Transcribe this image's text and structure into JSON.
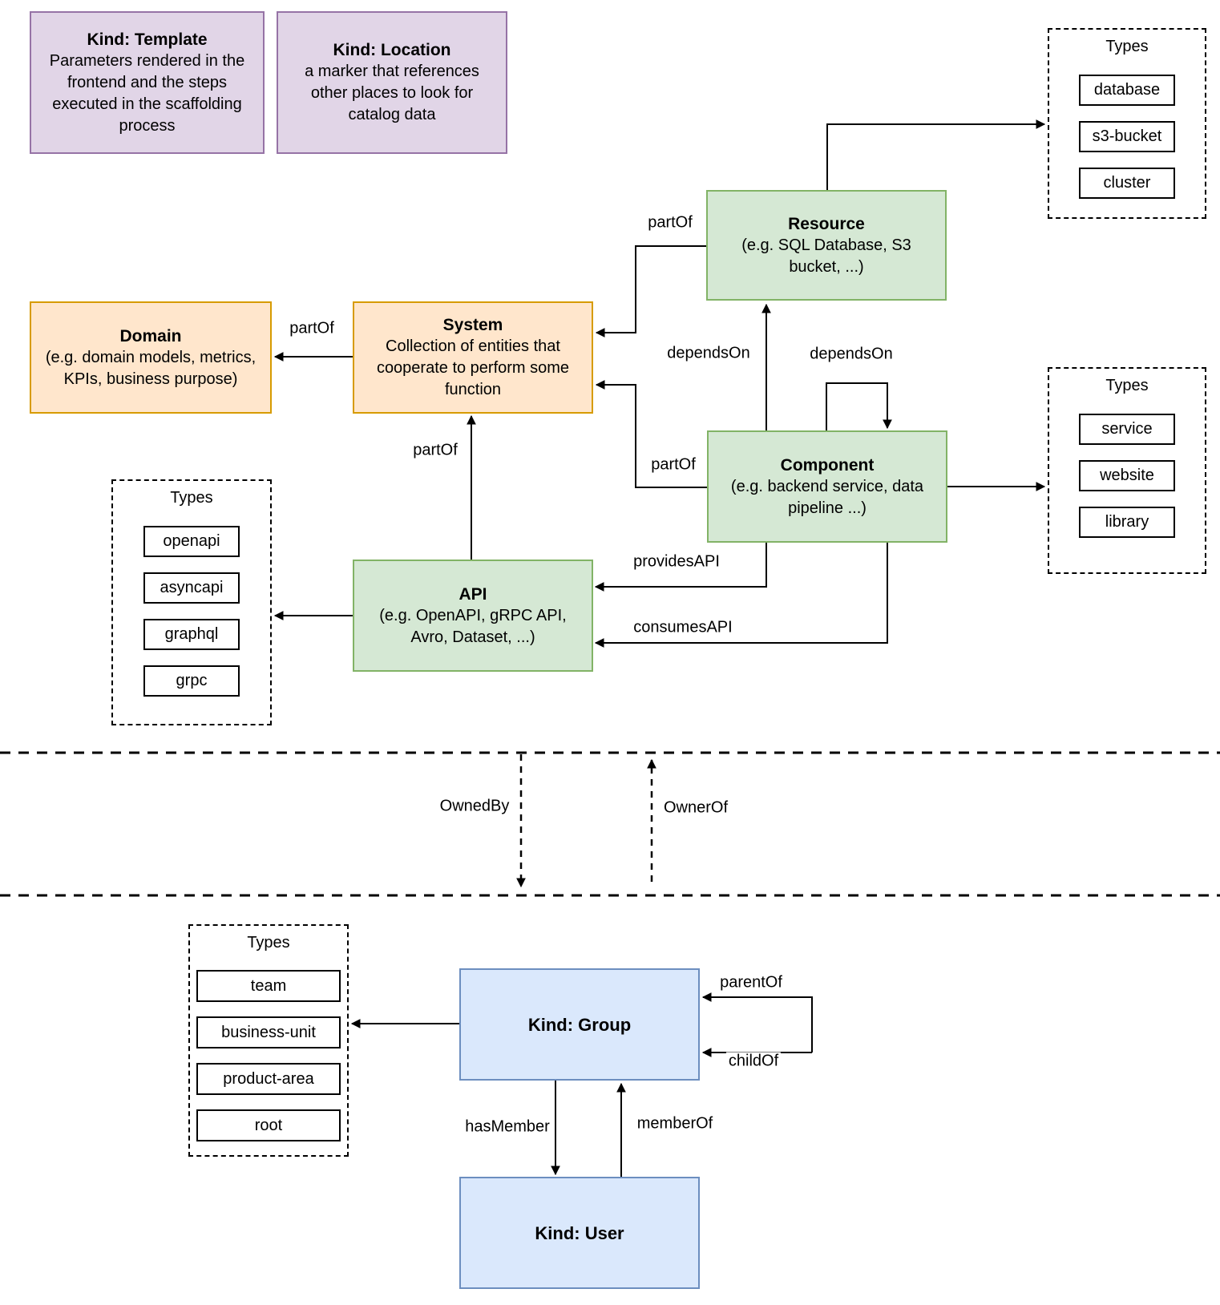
{
  "nodes": {
    "kind_template": {
      "title": "Kind: Template",
      "desc": "Parameters rendered in the frontend and the steps executed in  the scaffolding process"
    },
    "kind_location": {
      "title": "Kind: Location",
      "desc": "a marker that references other places to look for catalog data"
    },
    "resource": {
      "title": "Resource",
      "desc": "(e.g. SQL Database, S3 bucket, ...)"
    },
    "domain": {
      "title": "Domain",
      "desc": "(e.g.  domain models, metrics, KPIs, business purpose)"
    },
    "system": {
      "title": "System",
      "desc": "Collection of entities that cooperate to perform some function"
    },
    "component": {
      "title": "Component",
      "desc": "(e.g. backend service, data pipeline ...)"
    },
    "api": {
      "title": "API",
      "desc": "(e.g. OpenAPI, gRPC API, Avro, Dataset, ...)"
    },
    "group": {
      "title": "Kind: Group"
    },
    "user": {
      "title": "Kind: User"
    }
  },
  "type_boxes": {
    "resource_types": {
      "title": "Types",
      "items": [
        "database",
        "s3-bucket",
        "cluster"
      ]
    },
    "component_types": {
      "title": "Types",
      "items": [
        "service",
        "website",
        "library"
      ]
    },
    "api_types": {
      "title": "Types",
      "items": [
        "openapi",
        "asyncapi",
        "graphql",
        "grpc"
      ]
    },
    "group_types": {
      "title": "Types",
      "items": [
        "team",
        "business-unit",
        "product-area",
        "root"
      ]
    }
  },
  "edge_labels": {
    "system_partof_domain": "partOf",
    "resource_partof_system": "partOf",
    "component_partof_system": "partOf",
    "api_partof_system": "partOf",
    "component_dependson_resource": "dependsOn",
    "component_dependson_self": "dependsOn",
    "providesapi": "providesAPI",
    "consumesapi": "consumesAPI",
    "ownedby": "OwnedBy",
    "ownerof": "OwnerOf",
    "parentof": "parentOf",
    "childof": "childOf",
    "hasmember": "hasMember",
    "memberof": "memberOf"
  },
  "colors": {
    "purple_fill": "#E1D5E7",
    "purple_border": "#9673A6",
    "orange_fill": "#FFE6CC",
    "orange_border": "#D79B00",
    "green_fill": "#D5E8D4",
    "green_border": "#82B366",
    "blue_fill": "#DAE8FC",
    "blue_border": "#6C8EBF",
    "line": "#000000"
  }
}
